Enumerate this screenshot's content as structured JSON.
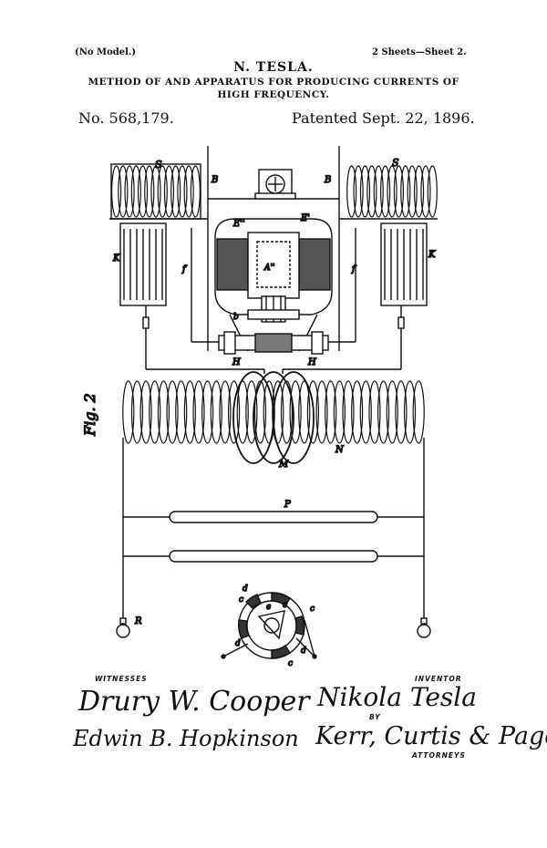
{
  "header": {
    "model_note": "(No Model.)",
    "sheets": "2 Sheets—Sheet 2.",
    "inventor": "N. TESLA.",
    "title_line1": "METHOD OF AND APPARATUS FOR PRODUCING CURRENTS OF",
    "title_line2": "HIGH FREQUENCY.",
    "patent_number": "No. 568,179.",
    "patent_date": "Patented Sept. 22, 1896."
  },
  "figure": {
    "label": "Fig. 2",
    "letters": {
      "S_left": "S",
      "S_right": "S",
      "B_left": "B",
      "B_right": "B",
      "K_left": "K",
      "K_right": "K",
      "f_left": "f",
      "f_right": "f",
      "E_left": "E''",
      "E_right": "E'",
      "A": "A''",
      "b": "b",
      "H_left": "H",
      "H_right": "H",
      "M": "M",
      "N": "N",
      "P": "P",
      "R": "R",
      "c": "c",
      "d": "d",
      "e": "e"
    }
  },
  "footer": {
    "witnesses_label": "WITNESSES",
    "inventor_label": "INVENTOR",
    "by_label": "BY",
    "attorneys_label": "ATTORNEYS",
    "witness1_signature": "Drury W. Cooper",
    "witness2_signature": "Edwin B. Hopkinson",
    "inventor_signature": "Nikola Tesla",
    "attorneys_signature": "Kerr, Curtis & Page."
  }
}
